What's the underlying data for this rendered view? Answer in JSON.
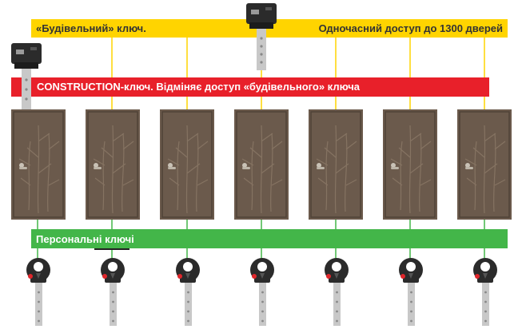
{
  "building_key_label": "«Будівельний» ключ.",
  "simultaneous_access_label": "Одночасний доступ до 1300 дверей",
  "construction_key_label": "CONSTRUCTION-ключ. Відміняє доступ «будівельного» ключа",
  "personal_keys_label": "Персональні ключі",
  "colors": {
    "yellow": "#ffd400",
    "red": "#e8202a",
    "green": "#43b649",
    "door": "#6b5a4c",
    "key_head": "#2b2b2b",
    "key_blade": "#c8c8c8",
    "key_dot": "#e0262b"
  },
  "doors": [
    "door",
    "door",
    "door",
    "door",
    "door",
    "door",
    "door"
  ],
  "personal_keys": [
    "key",
    "key",
    "key",
    "key",
    "key",
    "key",
    "key"
  ]
}
